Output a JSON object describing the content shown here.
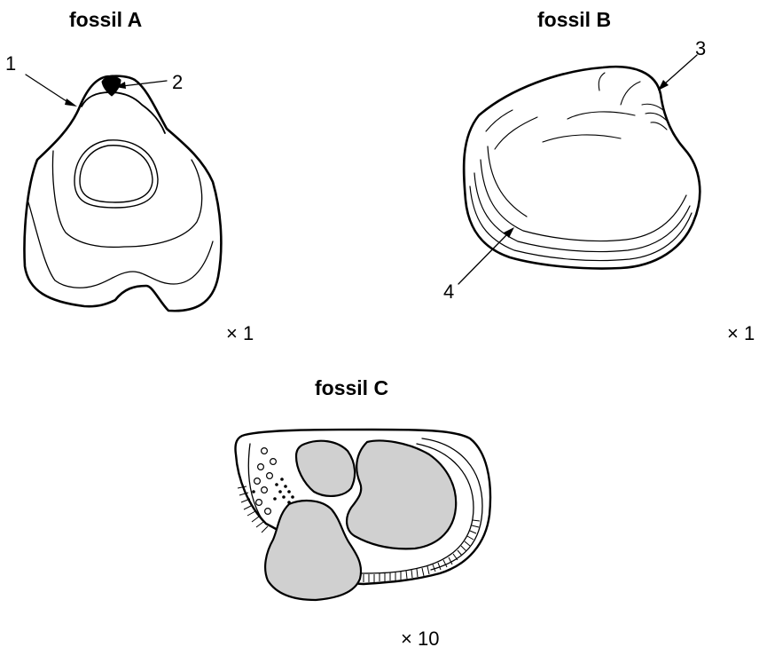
{
  "figure": {
    "fossils": [
      {
        "id": "a",
        "title": "fossil A",
        "scale": "× 1",
        "labels": [
          "1",
          "2"
        ]
      },
      {
        "id": "b",
        "title": "fossil B",
        "scale": "× 1",
        "labels": [
          "3",
          "4"
        ]
      },
      {
        "id": "c",
        "title": "fossil C",
        "scale": "× 10"
      }
    ],
    "colors": {
      "ink": "#000000",
      "fill_grey": "#d0d0d0",
      "background": "#ffffff"
    }
  }
}
